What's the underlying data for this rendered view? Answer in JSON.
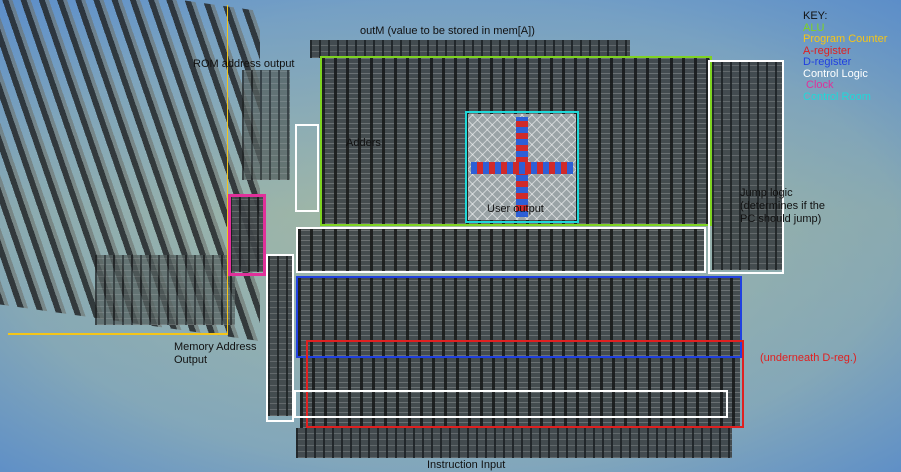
{
  "labels": {
    "outM": "outM (value to be stored in mem[A])",
    "rom_address": "ROM address output",
    "adders": "Adders",
    "user_output": "User output",
    "jump_logic_1": "Jump logic",
    "jump_logic_2": "(determines if the",
    "jump_logic_3": "PC should jump)",
    "memory_address_1": "Memory Address",
    "memory_address_2": "Output",
    "underneath": "(underneath D-reg.)",
    "instruction_input": "Instruction Input"
  },
  "key": {
    "title": "KEY:",
    "items": [
      {
        "label": "ALU",
        "color": "#7ed321"
      },
      {
        "label": "Program Counter",
        "color": "#f5c518"
      },
      {
        "label": "A-register",
        "color": "#e02020"
      },
      {
        "label": "D-register",
        "color": "#2040e0"
      },
      {
        "label": "Control Logic",
        "color": "#ffffff"
      },
      {
        "label": "Clock",
        "color": "#e0309a"
      },
      {
        "label": "Control Room",
        "color": "#20d8d8"
      }
    ]
  },
  "colors": {
    "alu": "#7ed321",
    "program_counter": "#f5c518",
    "a_register": "#e02020",
    "d_register": "#2040e0",
    "control_logic": "#ffffff",
    "clock": "#e0309a",
    "control_room": "#20d8d8"
  }
}
